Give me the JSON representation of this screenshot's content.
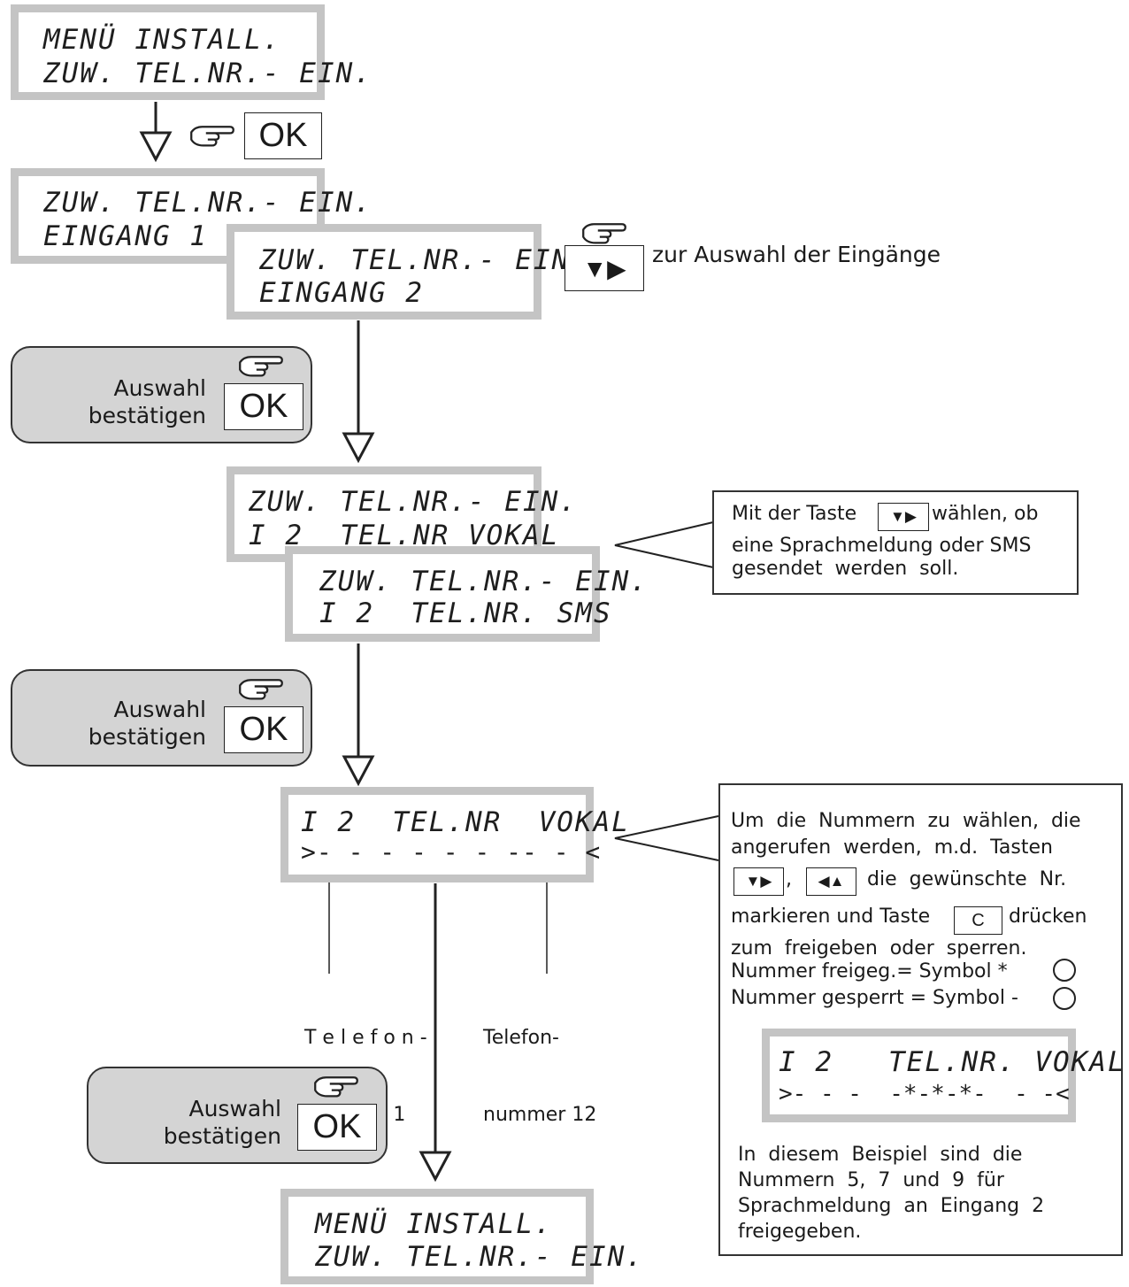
{
  "screens": {
    "s1": [
      "MENÜ INSTALL.",
      "ZUW. TEL.NR.- EIN."
    ],
    "s2": [
      "ZUW. TEL.NR.- EIN.",
      "EINGANG 1"
    ],
    "s3": [
      "ZUW. TEL.NR.- EIN.",
      "EINGANG 2"
    ],
    "s4": [
      "ZUW. TEL.NR.- EIN.",
      "I 2  TEL.NR VOKAL"
    ],
    "s5": [
      "ZUW. TEL.NR.- EIN.",
      "I 2  TEL.NR. SMS"
    ],
    "s6": [
      "I 2  TEL.NR  VOKAL",
      ">- - - - - - -- - <"
    ],
    "s7": [
      "MENÜ INSTALL.",
      "ZUW. TEL.NR.- EIN."
    ],
    "s8": [
      "I 2   TEL.NR. VOKAL",
      ">- - -  -*-*-*-  - -<"
    ]
  },
  "keys": {
    "ok": "OK",
    "arrows_down_right": "▼▶",
    "arrows_left_up": "◀▲",
    "c": "C"
  },
  "confirm": {
    "line1": "Auswahl",
    "line2": "bestätigen"
  },
  "labels": {
    "input_select": "zur Auswahl der Eingänge",
    "phone1_line1": "T e l e f o n -",
    "phone1_line2": "nummer 1",
    "phone12_line1": "Telefon-",
    "phone12_line2": "nummer 12"
  },
  "callout1": {
    "line1_a": "Mit der Taste",
    "line1_b": "wählen, ob",
    "line2": "eine Sprachmeldung oder SMS",
    "line3": "gesendet  werden  soll."
  },
  "callout2": {
    "l1": "Um  die  Nummern  zu  wählen,  die",
    "l2": "angerufen  werden,  m.d.  Tasten",
    "l3_comma": ",",
    "l3_b": "die  gewünschte  Nr.",
    "l4_a": "markieren und Taste",
    "l4_b": "drücken",
    "l5": "zum  freigeben  oder  sperren.",
    "l6": "Nummer freigeg.= Symbol *",
    "l7": "Nummer gesperrt = Symbol -",
    "e1": "In  diesem  Beispiel  sind  die",
    "e2": "Nummern  5,  7  und  9  für",
    "e3": "Sprachmeldung  an  Eingang  2",
    "e4": "freigegeben."
  }
}
